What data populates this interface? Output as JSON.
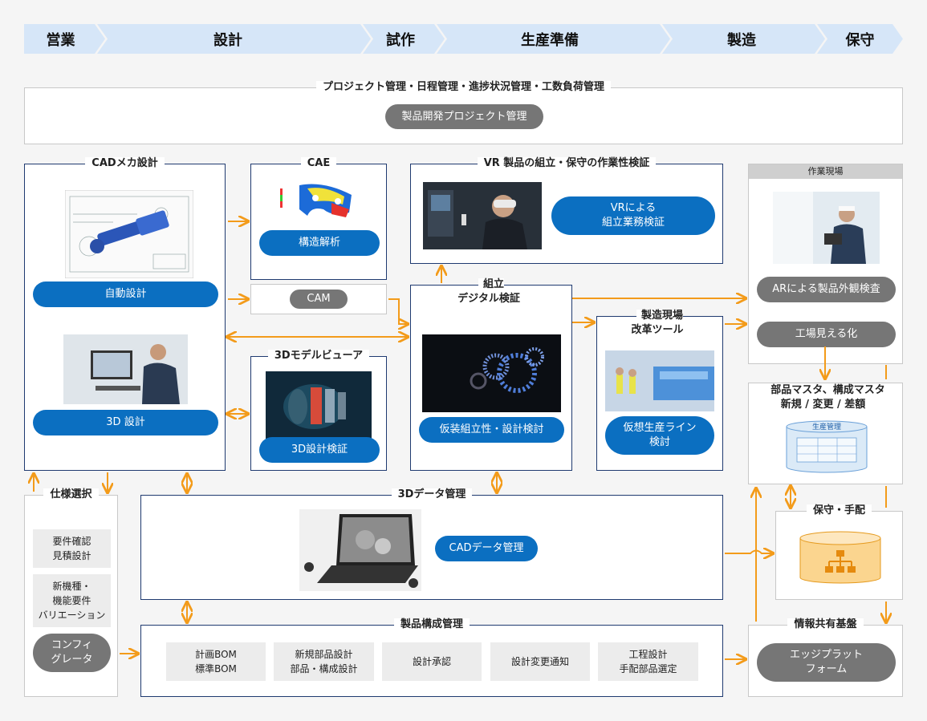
{
  "phases": [
    "営業",
    "設計",
    "試作",
    "生産準備",
    "製造",
    "保守"
  ],
  "project": {
    "title": "プロジェクト管理・日程管理・進捗状況管理・工数負荷管理",
    "pill": "製品開発プロジェクト管理"
  },
  "cad": {
    "title": "CADメカ設計",
    "auto": "自動設計",
    "d3": "3D 設計"
  },
  "cae": {
    "title": "CAE",
    "pill": "構造解析"
  },
  "cam": {
    "pill": "CAM"
  },
  "viewer": {
    "title": "3Dモデルビューア",
    "pill": "3D設計検証"
  },
  "vr": {
    "title": "VR 製品の組立・保守の作業性検証",
    "pill": "VRによる\n組立業務検証"
  },
  "assembly": {
    "title": "組立\nデジタル検証",
    "pill": "仮装組立性・設計検討"
  },
  "kaizen": {
    "title": "製造現場\n改革ツール",
    "pill": "仮想生産ライン\n検討"
  },
  "site": {
    "title": "作業現場",
    "ar": "ARによる製品外観検査",
    "visual": "工場見える化"
  },
  "master": {
    "title": "部品マスタ、構成マスタ\n新規 / 変更 / 差額",
    "db": "生産管理"
  },
  "maint": {
    "title": "保守・手配"
  },
  "spec": {
    "title": "仕様選択",
    "items": [
      "要件確認\n見積設計",
      "新機種・\n機能要件\nバリエーション"
    ],
    "pill": "コンフィ\nグレータ"
  },
  "data3d": {
    "title": "3Dデータ管理",
    "pill": "CADデータ管理"
  },
  "bom": {
    "title": "製品構成管理",
    "items": [
      "計画BOM\n標準BOM",
      "新規部品設計\n部品・構成設計",
      "設計承認",
      "設計変更通知",
      "工程設計\n手配部品選定"
    ]
  },
  "platform": {
    "title": "情報共有基盤",
    "pill": "エッジプラット\nフォーム"
  },
  "colors": {
    "accent": "#0b6fc1",
    "arrow": "#f39b1a",
    "phase": "#d6e6f8",
    "border": "#1f3a70",
    "pill_grey": "#767676"
  }
}
